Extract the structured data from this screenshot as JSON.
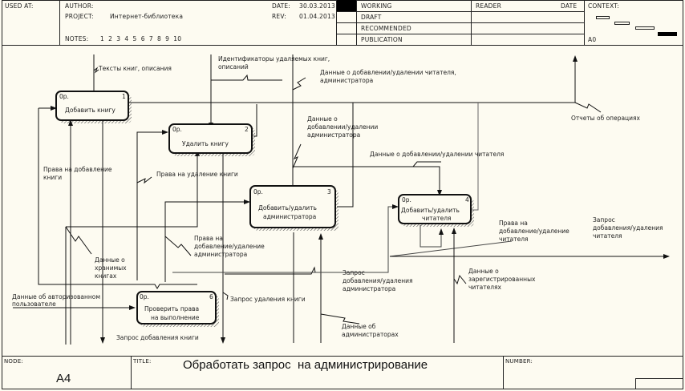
{
  "header": {
    "used_at_label": "USED AT:",
    "author_label": "AUTHOR:",
    "project_label": "PROJECT:",
    "project_value": "Интернет-библиотека",
    "notes_label": "NOTES:",
    "notes_values": "1  2  3  4  5  6  7  8  9  10",
    "date_label": "DATE:",
    "date_value": "30.03.2013",
    "rev_label": "REV:",
    "rev_value": "01.04.2013",
    "status": [
      "WORKING",
      "DRAFT",
      "RECOMMENDED",
      "PUBLICATION"
    ],
    "active_status": "WORKING",
    "reader_label": "READER",
    "reader_date_label": "DATE",
    "context_label": "CONTEXT:",
    "context_node": "A0"
  },
  "diagram": {
    "boxes": [
      {
        "cost": "0р.",
        "number": "1",
        "label": "Добавить книгу"
      },
      {
        "cost": "0р.",
        "number": "2",
        "label": "Удалить книгу"
      },
      {
        "cost": "0р.",
        "number": "3",
        "label_line1": "Добавить/удалить",
        "label_line2": "администратора"
      },
      {
        "cost": "0р.",
        "number": "4",
        "label_line1": "Добавить/удалить",
        "label_line2": "читателя"
      },
      {
        "cost": "0р.",
        "number": "6",
        "label_line1": "Проверить права",
        "label_line2": "на выполнение"
      }
    ],
    "arrow_labels": {
      "texts_books": "Тексты книг, описания",
      "ids_line1": "Идентификаторы удаляемых книг,",
      "ids_line2": "описаний",
      "reader_admin_line1": "Данные о добавлении/удалении читателя,",
      "reader_admin_line2": "администратора",
      "reports": "Отчеты об операциях",
      "admin_data_line1": "Данные о",
      "admin_data_line2": "добавлении/удалении",
      "admin_data_line3": "администратора",
      "reader_data": "Данные о добавлении/удалении читателя",
      "rights_add_line1": "Права на добавление",
      "rights_add_line2": "книги",
      "rights_delete": "Права на удаление книги",
      "rights_admin_line1": "Права на",
      "rights_admin_line2": "добавление/удаление",
      "rights_admin_line3": "администратора",
      "stored_line1": "Данные о",
      "stored_line2": "хранимых",
      "stored_line3": "книгах",
      "rights_reader_line1": "Права на",
      "rights_reader_line2": "добавление/удаление",
      "rights_reader_line3": "читателя",
      "req_reader_line1": "Запрос",
      "req_reader_line2": "добавления/удаления",
      "req_reader_line3": "читателя",
      "req_admin_line1": "Запрос",
      "req_admin_line2": "добавления/удаления",
      "req_admin_line3": "администратора",
      "registered_line1": "Данные о",
      "registered_line2": "зарегистрированных",
      "registered_line3": "читателях",
      "auth_user_line1": "Данные об авторизованном",
      "auth_user_line2": "пользователе",
      "req_delete_book": "Запрос удаления книги",
      "req_add_book": "Запрос добавления книги",
      "admins_line1": "Данные об",
      "admins_line2": "администраторах"
    }
  },
  "footer": {
    "node_label": "NODE:",
    "node_value": "A4",
    "title_label": "TITLE:",
    "title_value": "Обработать запрос  на администрирование",
    "number_label": "NUMBER:"
  }
}
